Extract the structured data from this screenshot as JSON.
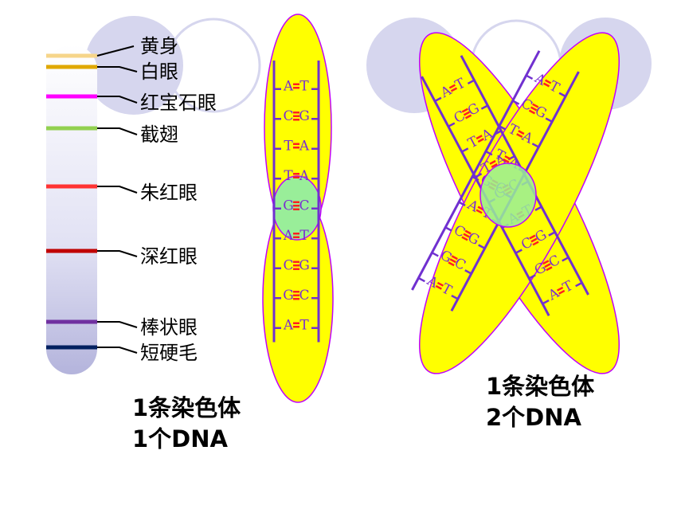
{
  "gene_labels": [
    "黄身",
    "白眼",
    "红宝石眼",
    "截翅",
    "朱红眼",
    "深红眼",
    "棒状眼",
    "短硬毛"
  ],
  "band_colors": [
    "#f6d58a",
    "#e0a800",
    "#ff00ff",
    "#92d050",
    "#ff3333",
    "#c00000",
    "#7030a0",
    "#002060"
  ],
  "left_caption": {
    "line1": "1条染色体",
    "line2": "1个DNA"
  },
  "right_caption": {
    "line1": "1条染色体",
    "line2": "2个DNA"
  },
  "dna_pairs_single": [
    [
      "A",
      "T"
    ],
    [
      "C",
      "G"
    ],
    [
      "T",
      "A"
    ],
    [
      "T",
      "A"
    ],
    [
      "G",
      "C"
    ],
    [
      "A",
      "T"
    ],
    [
      "C",
      "G"
    ],
    [
      "G",
      "C"
    ],
    [
      "A",
      "T"
    ]
  ],
  "dna_pairs_left_chromatid": [
    [
      "A",
      "T"
    ],
    [
      "C",
      "G"
    ],
    [
      "T",
      "A"
    ],
    [
      "T",
      "A"
    ],
    [
      "G",
      "C"
    ],
    [
      "A",
      "T"
    ],
    [
      "C",
      "G"
    ],
    [
      "G",
      "C"
    ],
    [
      "A",
      "T"
    ]
  ],
  "dna_pairs_right_chromatid": [
    [
      "A",
      "T"
    ],
    [
      "C",
      "G"
    ],
    [
      "T",
      "A"
    ],
    [
      "T",
      "A"
    ],
    [
      "G",
      "C"
    ],
    [
      "A",
      "T"
    ],
    [
      "C",
      "G"
    ],
    [
      "G",
      "C"
    ],
    [
      "A",
      "T"
    ]
  ],
  "colors": {
    "chromosome_fill": "#ffff00",
    "chromosome_outline": "#c000ff",
    "centromere_fill": "#99ee99",
    "backbone": "#7030d0",
    "hbond": "#ff2020",
    "decor_circle": "#d0d0ec"
  }
}
